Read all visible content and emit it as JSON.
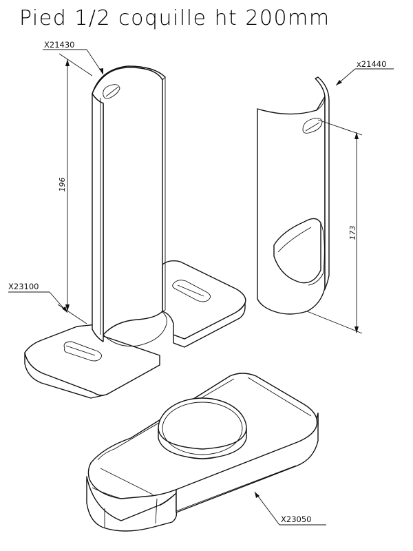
{
  "drawing": {
    "title": "Pied 1/2 coquille ht 200mm",
    "parts": [
      {
        "id": "x21430_ref",
        "label": "X21430"
      },
      {
        "id": "x21440_ref",
        "label": "x21440"
      },
      {
        "id": "x23100_ref",
        "label": "X23100"
      },
      {
        "id": "x23050_ref",
        "label": "X23050"
      }
    ],
    "dimensions": {
      "height_left": "196",
      "height_right": "173"
    }
  }
}
